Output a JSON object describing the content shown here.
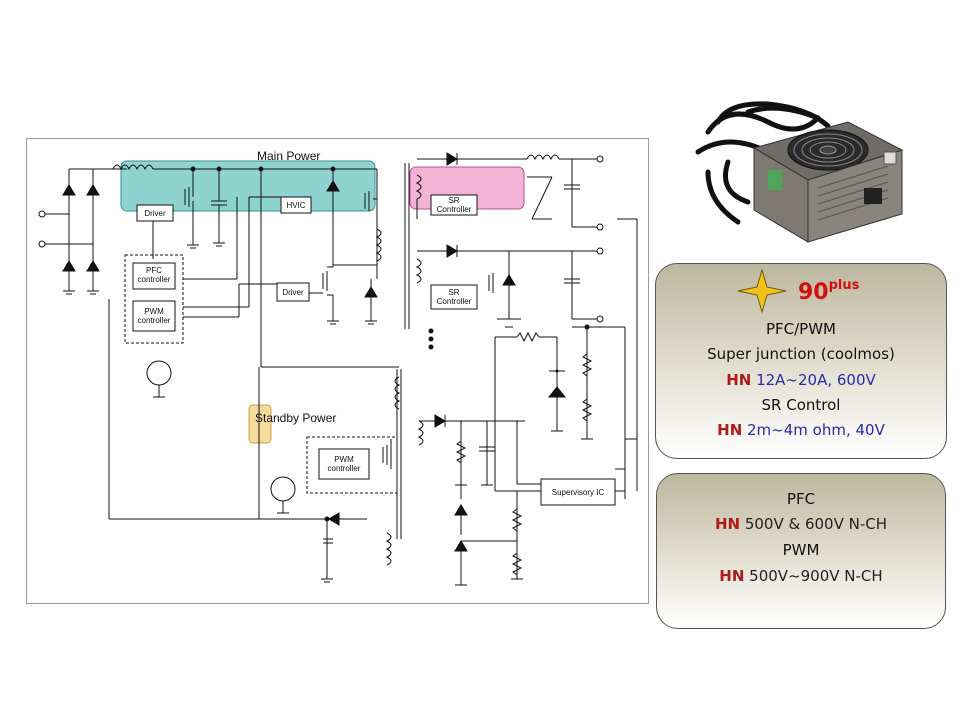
{
  "schematic": {
    "main_power_label": "Main Power",
    "standby_power_label": "Standby Power",
    "blocks": {
      "driver_top": "Driver",
      "hvic": "HVIC",
      "driver_mid": "Driver",
      "pfc_controller_1": "PFC",
      "pfc_controller_2": "controller",
      "pwm_controller_1": "PWM",
      "pwm_controller_2": "controller",
      "sr_controller_top_1": "SR",
      "sr_controller_top_2": "Controller",
      "sr_controller_mid_1": "SR",
      "sr_controller_mid_2": "Controller",
      "standby_pwm_1": "PWM",
      "standby_pwm_2": "controller",
      "supervisory_ic": "Supervisory IC"
    },
    "highlight_colors": {
      "main_power": "#8fd3d0",
      "sr_controller": "#f2b3d6",
      "standby": "#f5dc9c"
    }
  },
  "photo": {
    "icon": "psu-photo"
  },
  "panel_top": {
    "rating_main": "90",
    "rating_sup": "plus",
    "line1": "PFC/PWM",
    "line2": "Super junction (coolmos)",
    "line3_brand": "HN",
    "line3_spec": " 12A~20A, 600V",
    "line4": "SR Control",
    "line5_brand": "HN",
    "line5_spec": " 2m~4m ohm, 40V"
  },
  "panel_bottom": {
    "line1": "PFC",
    "line2_brand": "HN",
    "line2_spec": " 500V & 600V N-CH",
    "line3": "PWM",
    "line4_brand": "HN",
    "line4_spec": " 500V~900V N-CH"
  }
}
